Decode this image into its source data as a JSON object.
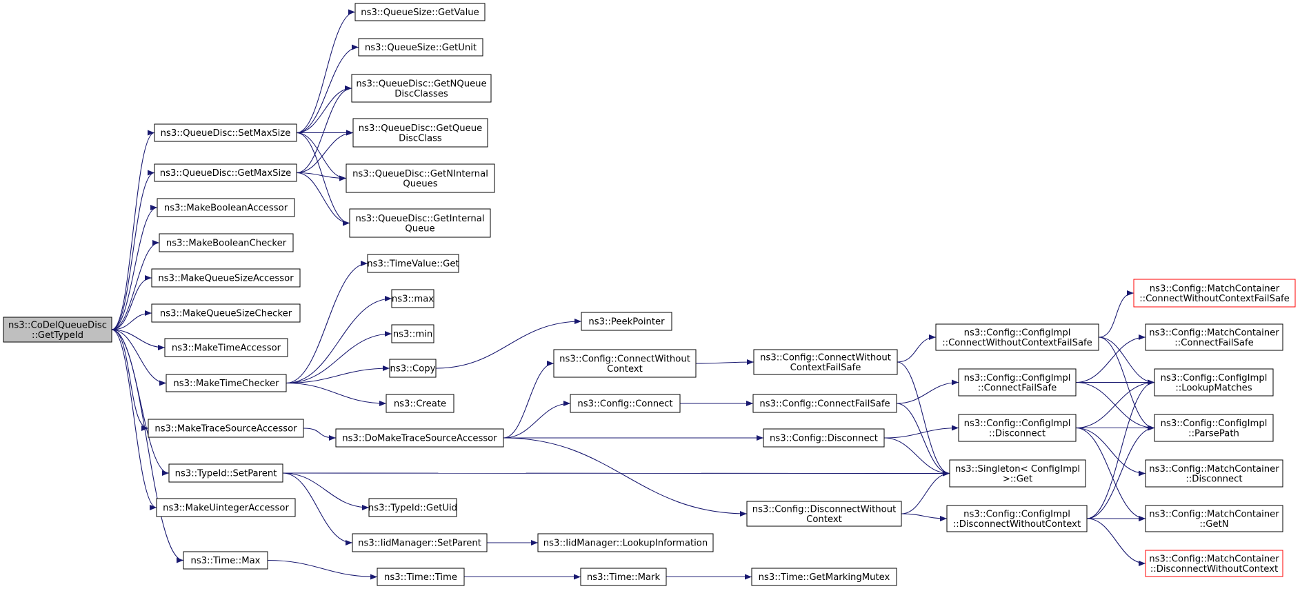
{
  "diagram": {
    "type": "call-graph",
    "edge_color": "#191970",
    "root_fill": "#bfbfbf",
    "external_border": "#ff0000",
    "nodes": [
      {
        "id": "root",
        "lines": [
          "ns3::CoDelQueueDisc",
          "::GetTypeId"
        ],
        "style": "root"
      },
      {
        "id": "qs_getvalue",
        "lines": [
          "ns3::QueueSize::GetValue"
        ]
      },
      {
        "id": "qs_getunit",
        "lines": [
          "ns3::QueueSize::GetUnit"
        ]
      },
      {
        "id": "qd_getnqueue",
        "lines": [
          "ns3::QueueDisc::GetNQueue",
          "DiscClasses"
        ]
      },
      {
        "id": "qd_setmaxsize",
        "lines": [
          "ns3::QueueDisc::SetMaxSize"
        ]
      },
      {
        "id": "qd_getqueue",
        "lines": [
          "ns3::QueueDisc::GetQueue",
          "DiscClass"
        ]
      },
      {
        "id": "qd_getmaxsize",
        "lines": [
          "ns3::QueueDisc::GetMaxSize"
        ]
      },
      {
        "id": "qd_getninternal",
        "lines": [
          "ns3::QueueDisc::GetNInternal",
          "Queues"
        ]
      },
      {
        "id": "qd_getinternal",
        "lines": [
          "ns3::QueueDisc::GetInternal",
          "Queue"
        ]
      },
      {
        "id": "mk_boolacc",
        "lines": [
          "ns3::MakeBooleanAccessor"
        ]
      },
      {
        "id": "mk_boolchk",
        "lines": [
          "ns3::MakeBooleanChecker"
        ]
      },
      {
        "id": "mk_qsacc",
        "lines": [
          "ns3::MakeQueueSizeAccessor"
        ]
      },
      {
        "id": "mk_qschk",
        "lines": [
          "ns3::MakeQueueSizeChecker"
        ]
      },
      {
        "id": "mk_timeacc",
        "lines": [
          "ns3::MakeTimeAccessor"
        ]
      },
      {
        "id": "mk_timechk",
        "lines": [
          "ns3::MakeTimeChecker"
        ]
      },
      {
        "id": "tv_get",
        "lines": [
          "ns3::TimeValue::Get"
        ]
      },
      {
        "id": "max",
        "lines": [
          "ns3::max"
        ]
      },
      {
        "id": "min",
        "lines": [
          "ns3::min"
        ]
      },
      {
        "id": "copy",
        "lines": [
          "ns3::Copy"
        ]
      },
      {
        "id": "create",
        "lines": [
          "ns3::Create"
        ]
      },
      {
        "id": "peekptr",
        "lines": [
          "ns3::PeekPointer"
        ]
      },
      {
        "id": "mk_tsacc",
        "lines": [
          "ns3::MakeTraceSourceAccessor"
        ]
      },
      {
        "id": "do_mk_tsacc",
        "lines": [
          "ns3::DoMakeTraceSourceAccessor"
        ]
      },
      {
        "id": "cfg_connwo",
        "lines": [
          "ns3::Config::ConnectWithout",
          "Context"
        ]
      },
      {
        "id": "cfg_connect",
        "lines": [
          "ns3::Config::Connect"
        ]
      },
      {
        "id": "cfg_disconnect",
        "lines": [
          "ns3::Config::Disconnect"
        ]
      },
      {
        "id": "cfg_disconnwo",
        "lines": [
          "ns3::Config::DisconnectWithout",
          "Context"
        ]
      },
      {
        "id": "cfg_connwofs",
        "lines": [
          "ns3::Config::ConnectWithout",
          "ContextFailSafe"
        ]
      },
      {
        "id": "cfg_connfs",
        "lines": [
          "ns3::Config::ConnectFailSafe"
        ]
      },
      {
        "id": "ci_connwofs",
        "lines": [
          "ns3::Config::ConfigImpl",
          "::ConnectWithoutContextFailSafe"
        ]
      },
      {
        "id": "ci_connfs",
        "lines": [
          "ns3::Config::ConfigImpl",
          "::ConnectFailSafe"
        ]
      },
      {
        "id": "ci_disconnect",
        "lines": [
          "ns3::Config::ConfigImpl",
          "::Disconnect"
        ]
      },
      {
        "id": "ci_disconnwo",
        "lines": [
          "ns3::Config::ConfigImpl",
          "::DisconnectWithoutContext"
        ]
      },
      {
        "id": "singleton_get",
        "lines": [
          "ns3::Singleton< ConfigImpl",
          ">::Get"
        ]
      },
      {
        "id": "mc_connwofs",
        "lines": [
          "ns3::Config::MatchContainer",
          "::ConnectWithoutContextFailSafe"
        ],
        "style": "red"
      },
      {
        "id": "mc_connfs",
        "lines": [
          "ns3::Config::MatchContainer",
          "::ConnectFailSafe"
        ]
      },
      {
        "id": "ci_lookup",
        "lines": [
          "ns3::Config::ConfigImpl",
          "::LookupMatches"
        ]
      },
      {
        "id": "ci_parse",
        "lines": [
          "ns3::Config::ConfigImpl",
          "::ParsePath"
        ]
      },
      {
        "id": "mc_disconnect",
        "lines": [
          "ns3::Config::MatchContainer",
          "::Disconnect"
        ]
      },
      {
        "id": "mc_getn",
        "lines": [
          "ns3::Config::MatchContainer",
          "::GetN"
        ]
      },
      {
        "id": "mc_disconnwo",
        "lines": [
          "ns3::Config::MatchContainer",
          "::DisconnectWithoutContext"
        ],
        "style": "red"
      },
      {
        "id": "tid_setparent",
        "lines": [
          "ns3::TypeId::SetParent"
        ]
      },
      {
        "id": "tid_getuid",
        "lines": [
          "ns3::TypeId::GetUid"
        ]
      },
      {
        "id": "iid_setparent",
        "lines": [
          "ns3::IidManager::SetParent"
        ]
      },
      {
        "id": "iid_lookup",
        "lines": [
          "ns3::IidManager::LookupInformation"
        ]
      },
      {
        "id": "mk_uintacc",
        "lines": [
          "ns3::MakeUintegerAccessor"
        ]
      },
      {
        "id": "time_max",
        "lines": [
          "ns3::Time::Max"
        ]
      },
      {
        "id": "time_time",
        "lines": [
          "ns3::Time::Time"
        ]
      },
      {
        "id": "time_mark",
        "lines": [
          "ns3::Time::Mark"
        ]
      },
      {
        "id": "time_getmm",
        "lines": [
          "ns3::Time::GetMarkingMutex"
        ]
      }
    ],
    "edges": [
      [
        "root",
        "qd_setmaxsize"
      ],
      [
        "root",
        "qd_getmaxsize"
      ],
      [
        "root",
        "mk_boolacc"
      ],
      [
        "root",
        "mk_boolchk"
      ],
      [
        "root",
        "mk_qsacc"
      ],
      [
        "root",
        "mk_qschk"
      ],
      [
        "root",
        "mk_timeacc"
      ],
      [
        "root",
        "mk_timechk"
      ],
      [
        "root",
        "mk_tsacc"
      ],
      [
        "root",
        "tid_setparent"
      ],
      [
        "root",
        "mk_uintacc"
      ],
      [
        "root",
        "time_max"
      ],
      [
        "qd_setmaxsize",
        "qs_getvalue"
      ],
      [
        "qd_setmaxsize",
        "qs_getunit"
      ],
      [
        "qd_setmaxsize",
        "qd_getnqueue"
      ],
      [
        "qd_setmaxsize",
        "qd_getqueue"
      ],
      [
        "qd_setmaxsize",
        "qd_getninternal"
      ],
      [
        "qd_setmaxsize",
        "qd_getinternal"
      ],
      [
        "qd_getmaxsize",
        "qd_getnqueue"
      ],
      [
        "qd_getmaxsize",
        "qd_getqueue"
      ],
      [
        "qd_getmaxsize",
        "qd_getninternal"
      ],
      [
        "qd_getmaxsize",
        "qd_getinternal"
      ],
      [
        "mk_timechk",
        "tv_get"
      ],
      [
        "mk_timechk",
        "max"
      ],
      [
        "mk_timechk",
        "min"
      ],
      [
        "mk_timechk",
        "copy"
      ],
      [
        "mk_timechk",
        "create"
      ],
      [
        "copy",
        "peekptr"
      ],
      [
        "mk_tsacc",
        "do_mk_tsacc"
      ],
      [
        "do_mk_tsacc",
        "cfg_connwo"
      ],
      [
        "do_mk_tsacc",
        "cfg_connect"
      ],
      [
        "do_mk_tsacc",
        "cfg_disconnect"
      ],
      [
        "do_mk_tsacc",
        "cfg_disconnwo"
      ],
      [
        "cfg_connwo",
        "cfg_connwofs"
      ],
      [
        "cfg_connect",
        "cfg_connfs"
      ],
      [
        "cfg_disconnect",
        "ci_disconnect"
      ],
      [
        "cfg_disconnect",
        "singleton_get"
      ],
      [
        "cfg_disconnwo",
        "ci_disconnwo"
      ],
      [
        "cfg_disconnwo",
        "singleton_get"
      ],
      [
        "cfg_connwofs",
        "ci_connwofs"
      ],
      [
        "cfg_connwofs",
        "singleton_get"
      ],
      [
        "cfg_connfs",
        "ci_connfs"
      ],
      [
        "cfg_connfs",
        "singleton_get"
      ],
      [
        "ci_connwofs",
        "mc_connwofs"
      ],
      [
        "ci_connwofs",
        "ci_lookup"
      ],
      [
        "ci_connwofs",
        "ci_parse"
      ],
      [
        "ci_connfs",
        "mc_connfs"
      ],
      [
        "ci_connfs",
        "ci_lookup"
      ],
      [
        "ci_connfs",
        "ci_parse"
      ],
      [
        "ci_disconnect",
        "ci_lookup"
      ],
      [
        "ci_disconnect",
        "ci_parse"
      ],
      [
        "ci_disconnect",
        "mc_disconnect"
      ],
      [
        "ci_disconnect",
        "mc_getn"
      ],
      [
        "ci_disconnwo",
        "ci_lookup"
      ],
      [
        "ci_disconnwo",
        "ci_parse"
      ],
      [
        "ci_disconnwo",
        "mc_getn"
      ],
      [
        "ci_disconnwo",
        "mc_disconnwo"
      ],
      [
        "tid_setparent",
        "singleton_get"
      ],
      [
        "tid_setparent",
        "tid_getuid"
      ],
      [
        "tid_setparent",
        "iid_setparent"
      ],
      [
        "iid_setparent",
        "iid_lookup"
      ],
      [
        "time_max",
        "time_time"
      ],
      [
        "time_time",
        "time_mark"
      ],
      [
        "time_mark",
        "time_getmm"
      ]
    ]
  }
}
